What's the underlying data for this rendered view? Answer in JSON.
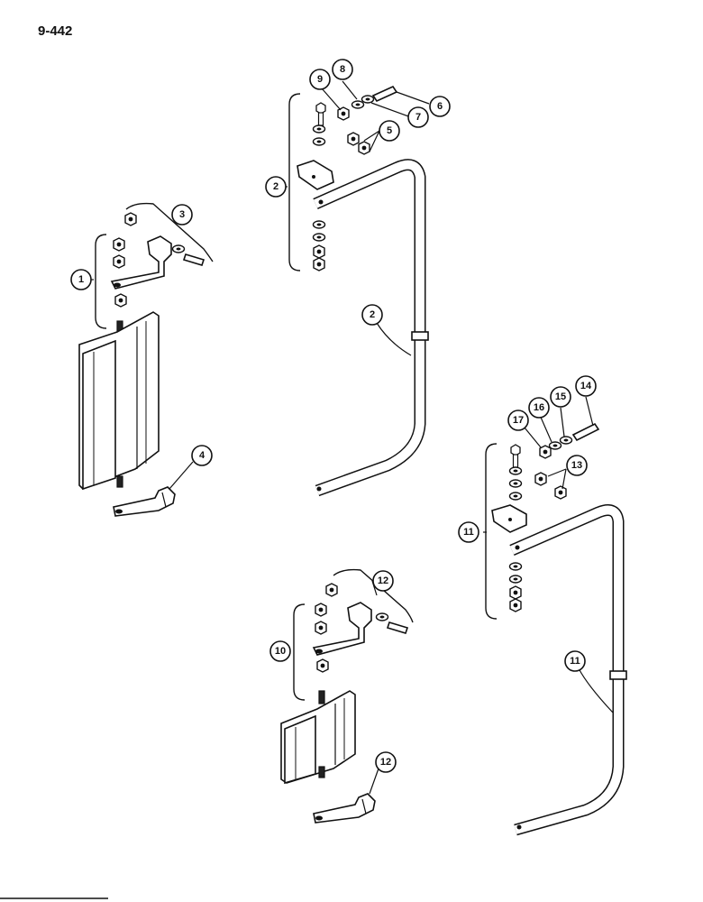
{
  "page": {
    "number": "9-442"
  },
  "callouts": {
    "c1": "1",
    "c2a": "2",
    "c2b": "2",
    "c3": "3",
    "c4": "4",
    "c5": "5",
    "c6": "6",
    "c7": "7",
    "c8": "8",
    "c9": "9",
    "c10": "10",
    "c11a": "11",
    "c11b": "11",
    "c12a": "12",
    "c12b": "12",
    "c13": "13",
    "c14": "14",
    "c15": "15",
    "c16": "16",
    "c17": "17"
  }
}
